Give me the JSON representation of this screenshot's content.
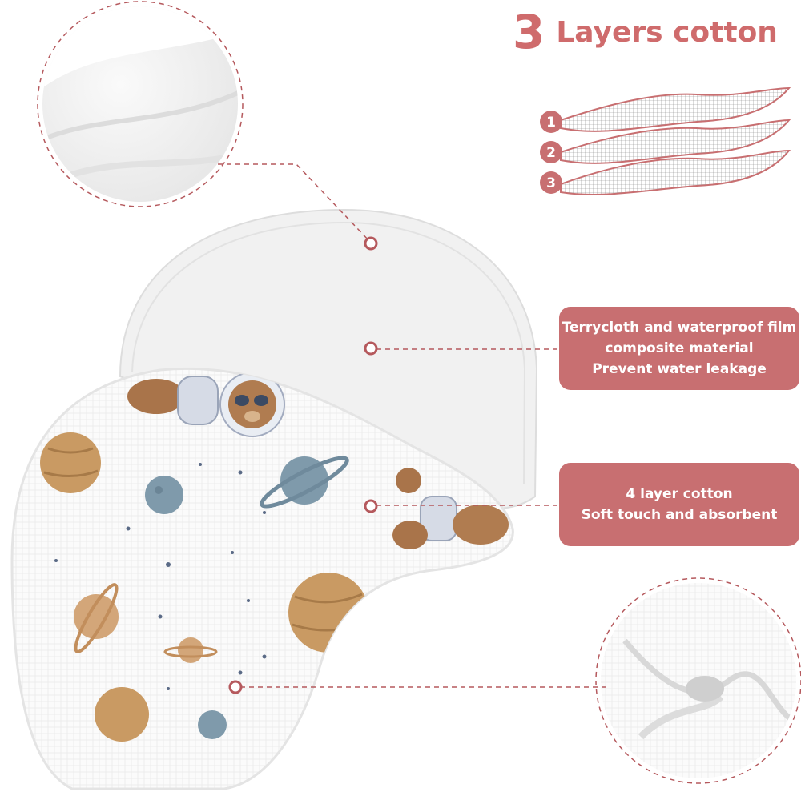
{
  "headline": {
    "number": "3",
    "text": "Layers cotton"
  },
  "layer_numbers": [
    "1",
    "2",
    "3"
  ],
  "callouts": {
    "terrycloth": {
      "lines": [
        "Terrycloth and waterproof film",
        "composite material",
        "Prevent water leakage"
      ]
    },
    "cotton": {
      "lines": [
        "4 layer cotton",
        "Soft touch and absorbent"
      ]
    }
  },
  "colors": {
    "accent": "#c86f71",
    "dash": "#b5595d",
    "fabric": "#f4f4f4",
    "planet_tan": "#c99a63",
    "planet_blue": "#7f9aab"
  }
}
